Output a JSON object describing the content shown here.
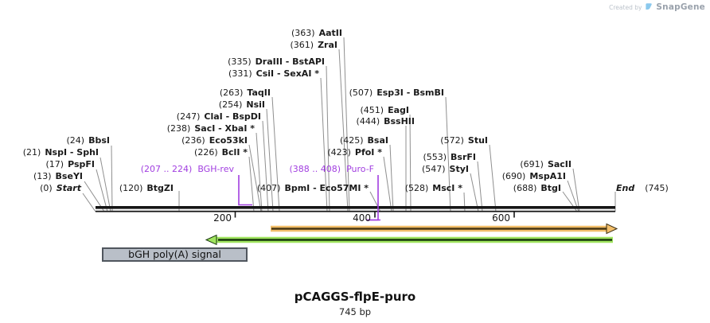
{
  "credit": {
    "created_by": "Created by",
    "brand": "SnapGene"
  },
  "title": {
    "name": "pCAGGS-flpE-puro",
    "length": "745 bp"
  },
  "axis": {
    "ticks": [
      {
        "label": "200"
      },
      {
        "label": "400"
      },
      {
        "label": "600"
      }
    ]
  },
  "features": {
    "bgh_signal": "bGH poly(A) signal",
    "primers": [
      {
        "pos": "(207 .. 224)",
        "name": "BGH-rev"
      },
      {
        "pos": "(388 .. 408)",
        "name": "Puro-F"
      }
    ]
  },
  "sites": [
    {
      "pos": "(0)",
      "name": "Start"
    },
    {
      "pos": "(13)",
      "name": "BseYI"
    },
    {
      "pos": "(17)",
      "name": "PspFI"
    },
    {
      "pos": "(21)",
      "name": "NspI - SphI"
    },
    {
      "pos": "(24)",
      "name": "BbsI"
    },
    {
      "pos": "(120)",
      "name": "BtgZI"
    },
    {
      "pos": "(226)",
      "name": "BclI *"
    },
    {
      "pos": "(236)",
      "name": "Eco53kI"
    },
    {
      "pos": "(238)",
      "name": "SacI - XbaI *"
    },
    {
      "pos": "(247)",
      "name": "ClaI - BspDI"
    },
    {
      "pos": "(254)",
      "name": "NsiI"
    },
    {
      "pos": "(263)",
      "name": "TaqII"
    },
    {
      "pos": "(331)",
      "name": "CsiI - SexAI *"
    },
    {
      "pos": "(335)",
      "name": "DraIII - BstAPI"
    },
    {
      "pos": "(361)",
      "name": "ZraI"
    },
    {
      "pos": "(363)",
      "name": "AatII"
    },
    {
      "pos": "(407)",
      "name": "BpmI - Eco57MI *"
    },
    {
      "pos": "(423)",
      "name": "PfoI *"
    },
    {
      "pos": "(425)",
      "name": "BsaI"
    },
    {
      "pos": "(444)",
      "name": "BssHII"
    },
    {
      "pos": "(451)",
      "name": "EagI"
    },
    {
      "pos": "(507)",
      "name": "Esp3I - BsmBI"
    },
    {
      "pos": "(528)",
      "name": "MscI *"
    },
    {
      "pos": "(547)",
      "name": "StyI"
    },
    {
      "pos": "(553)",
      "name": "BsrFI"
    },
    {
      "pos": "(572)",
      "name": "StuI"
    },
    {
      "pos": "(688)",
      "name": "BtgI"
    },
    {
      "pos": "(690)",
      "name": "MspA1I"
    },
    {
      "pos": "(691)",
      "name": "SacII"
    },
    {
      "pos": "(745)",
      "name": "End"
    }
  ],
  "colors": {
    "primer_purple": "#a13ee0",
    "connector_gray": "#8f8f8f",
    "axis_black": "#161616",
    "orange_feature": "#f3bf6b",
    "green_feature": "#a0e45f",
    "bgh_box_fill": "#b9bfc8",
    "brand_blue": "#8bc9ed"
  }
}
